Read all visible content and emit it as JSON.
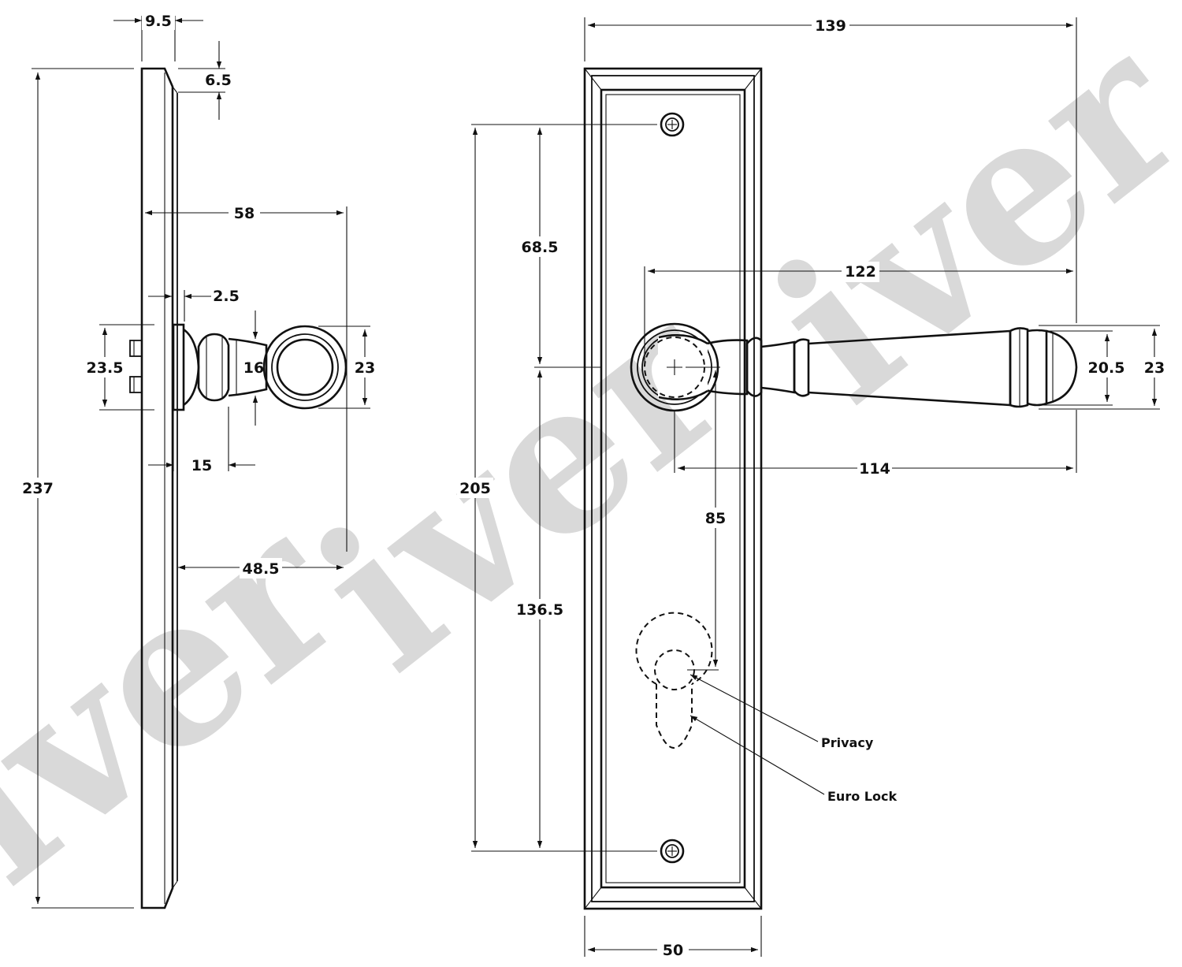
{
  "watermark": {
    "text": "iver"
  },
  "dimensions": {
    "side_top_gap": "9.5",
    "side_bevel": "6.5",
    "side_projection": "58",
    "rose_offset": "2.5",
    "side_rose_height": "23.5",
    "side_neck": "16",
    "side_grip": "23",
    "side_step": "15",
    "side_overall_height": "237",
    "side_clearance": "48.5",
    "front_total_width": "139",
    "front_lever_length": "122",
    "front_screw_to_lever": "68.5",
    "front_screw_centers": "205",
    "front_lever_to_screw": "136.5",
    "front_lever_inner": "20.5",
    "front_lever_outer": "23",
    "front_lever_reach": "114",
    "front_centers": "85",
    "front_plate_width": "50"
  },
  "callouts": {
    "privacy": "Privacy",
    "euro_lock": "Euro Lock"
  }
}
